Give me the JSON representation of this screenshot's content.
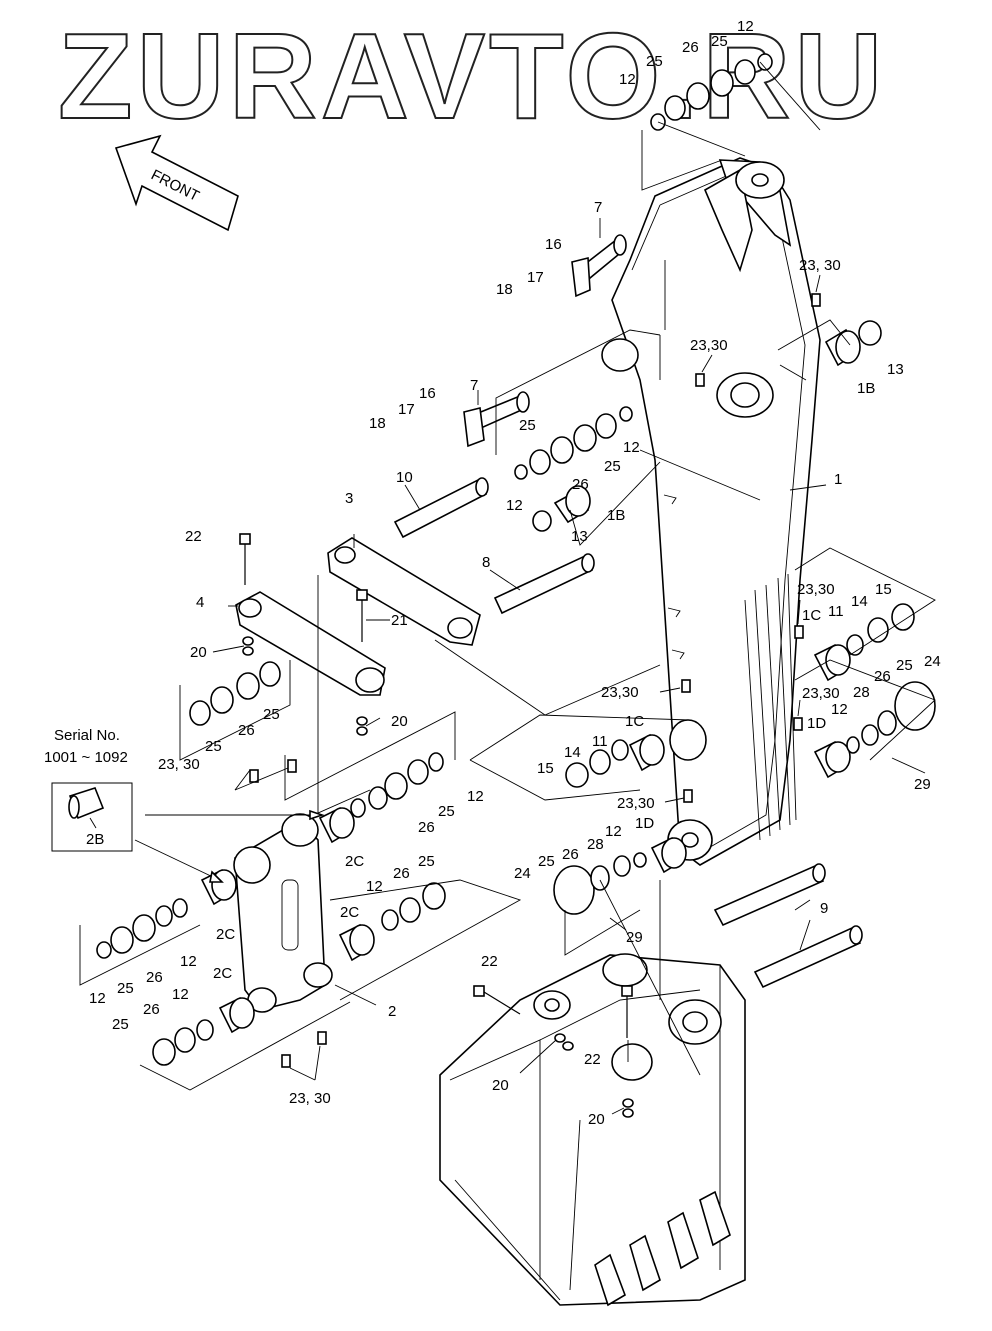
{
  "watermark": "ZURAVTO.RU",
  "front_label": "FRONT",
  "serial": {
    "title": "Serial No.",
    "range": "1001 ~ 1092",
    "part": "2B"
  },
  "callouts": {
    "c_12_a": "12",
    "c_25_a": "25",
    "c_26_a": "26",
    "c_25_b": "25",
    "c_12_b": "12",
    "c_7_a": "7",
    "c_16_a": "16",
    "c_17_a": "17",
    "c_18_a": "18",
    "c_2330_a": "23, 30",
    "c_13_a": "13",
    "c_1B_a": "1B",
    "c_2330_b": "23,30",
    "c_7_b": "7",
    "c_16_b": "16",
    "c_17_b": "17",
    "c_18_b": "18",
    "c_25_c": "25",
    "c_12_c": "12",
    "c_25_d": "25",
    "c_12_d": "12",
    "c_26_b": "26",
    "c_1B_b": "1B",
    "c_13_b": "13",
    "c_1": "1",
    "c_10": "10",
    "c_3": "3",
    "c_22_a": "22",
    "c_8": "8",
    "c_4": "4",
    "c_21": "21",
    "c_2330_c": "23,30",
    "c_15_a": "15",
    "c_14_a": "14",
    "c_1C_a": "1C",
    "c_11_a": "11",
    "c_20_a": "20",
    "c_25_e": "25",
    "c_24_a": "24",
    "c_26_c": "26",
    "c_2330_d": "23,30",
    "c_28_a": "28",
    "c_12_e": "12",
    "c_1D_a": "1D",
    "c_29_a": "29",
    "c_20_b": "20",
    "c_2330_e": "23,30",
    "c_1C_b": "1C",
    "c_11_b": "11",
    "c_14_b": "14",
    "c_15_b": "15",
    "c_25_f": "25",
    "c_26_d": "26",
    "c_2330_f": "23, 30",
    "c_12_f": "12",
    "c_25_g": "25",
    "c_26_e": "26",
    "c_2330_g": "23,30",
    "c_12_g": "12",
    "c_1D_b": "1D",
    "c_28_b": "28",
    "c_26_f": "26",
    "c_25_h": "25",
    "c_24_b": "24",
    "c_29_b": "29",
    "c_2C_a": "2C",
    "c_12_h": "12",
    "c_26_g": "26",
    "c_25_i": "25",
    "c_2C_b": "2C",
    "c_2C_c": "2C",
    "c_12_i": "12",
    "c_25_j": "25",
    "c_26_h": "26",
    "c_12_j": "12",
    "c_2C_d": "2C",
    "c_12_k": "12",
    "c_26_i": "26",
    "c_25_k": "25",
    "c_2": "2",
    "c_9": "9",
    "c_22_b": "22",
    "c_22_c": "22",
    "c_20_c": "20",
    "c_20_d": "20",
    "c_2330_h": "23, 30"
  }
}
